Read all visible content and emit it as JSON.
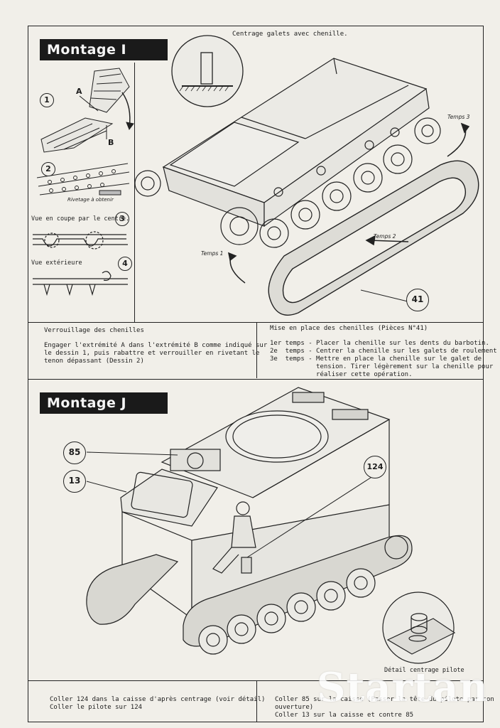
{
  "section_i": {
    "title": "Montage  I",
    "top_caption": "Centrage galets avec chenille.",
    "step_numbers": [
      "1",
      "2",
      "3",
      "4"
    ],
    "label_a": "A",
    "label_b": "B",
    "riveting_label": "Rivetage à obtenir",
    "cut_view_label": "Vue en coupe par le centre.",
    "exterior_view_label": "Vue extérieure",
    "temps_1": "Temps 1",
    "temps_2": "Temps 2",
    "temps_3": "Temps 3",
    "part_number": "41",
    "left_heading": "Verrouillage des chenilles",
    "left_text": "Engager l'extrémité A dans l'extrémité B comme indiqué sur\nle dessin 1, puis rabattre et verrouiller en rivetant le\ntenon dépassant (Dessin 2)",
    "right_heading": "Mise en place des chenilles (Pièces N°41)",
    "steps": [
      {
        "n": "1er temps",
        "t": "Placer la chenille sur les dents du barbotin."
      },
      {
        "n": "2e  temps",
        "t": "Centrer la chenille sur les galets de roulement"
      },
      {
        "n": "3e  temps",
        "t": "Mettre en place la chenille sur le galet de\ntension. Tirer légèrement sur la chenille pour\nréaliser cette opération."
      }
    ]
  },
  "section_j": {
    "title": "Montage  J",
    "callout_85": "85",
    "callout_13": "13",
    "callout_124": "124",
    "detail_caption": "Détail centrage pilote",
    "left_text": "Coller 124 dans la caisse d'après centrage (voir détail)\nColler le pilote sur 124",
    "right_text": "Coller 85 sur la caisse (Passer la tête du pilote par son\nouverture)\nColler 13 sur la caisse et contre 85"
  },
  "watermark": "Startan"
}
